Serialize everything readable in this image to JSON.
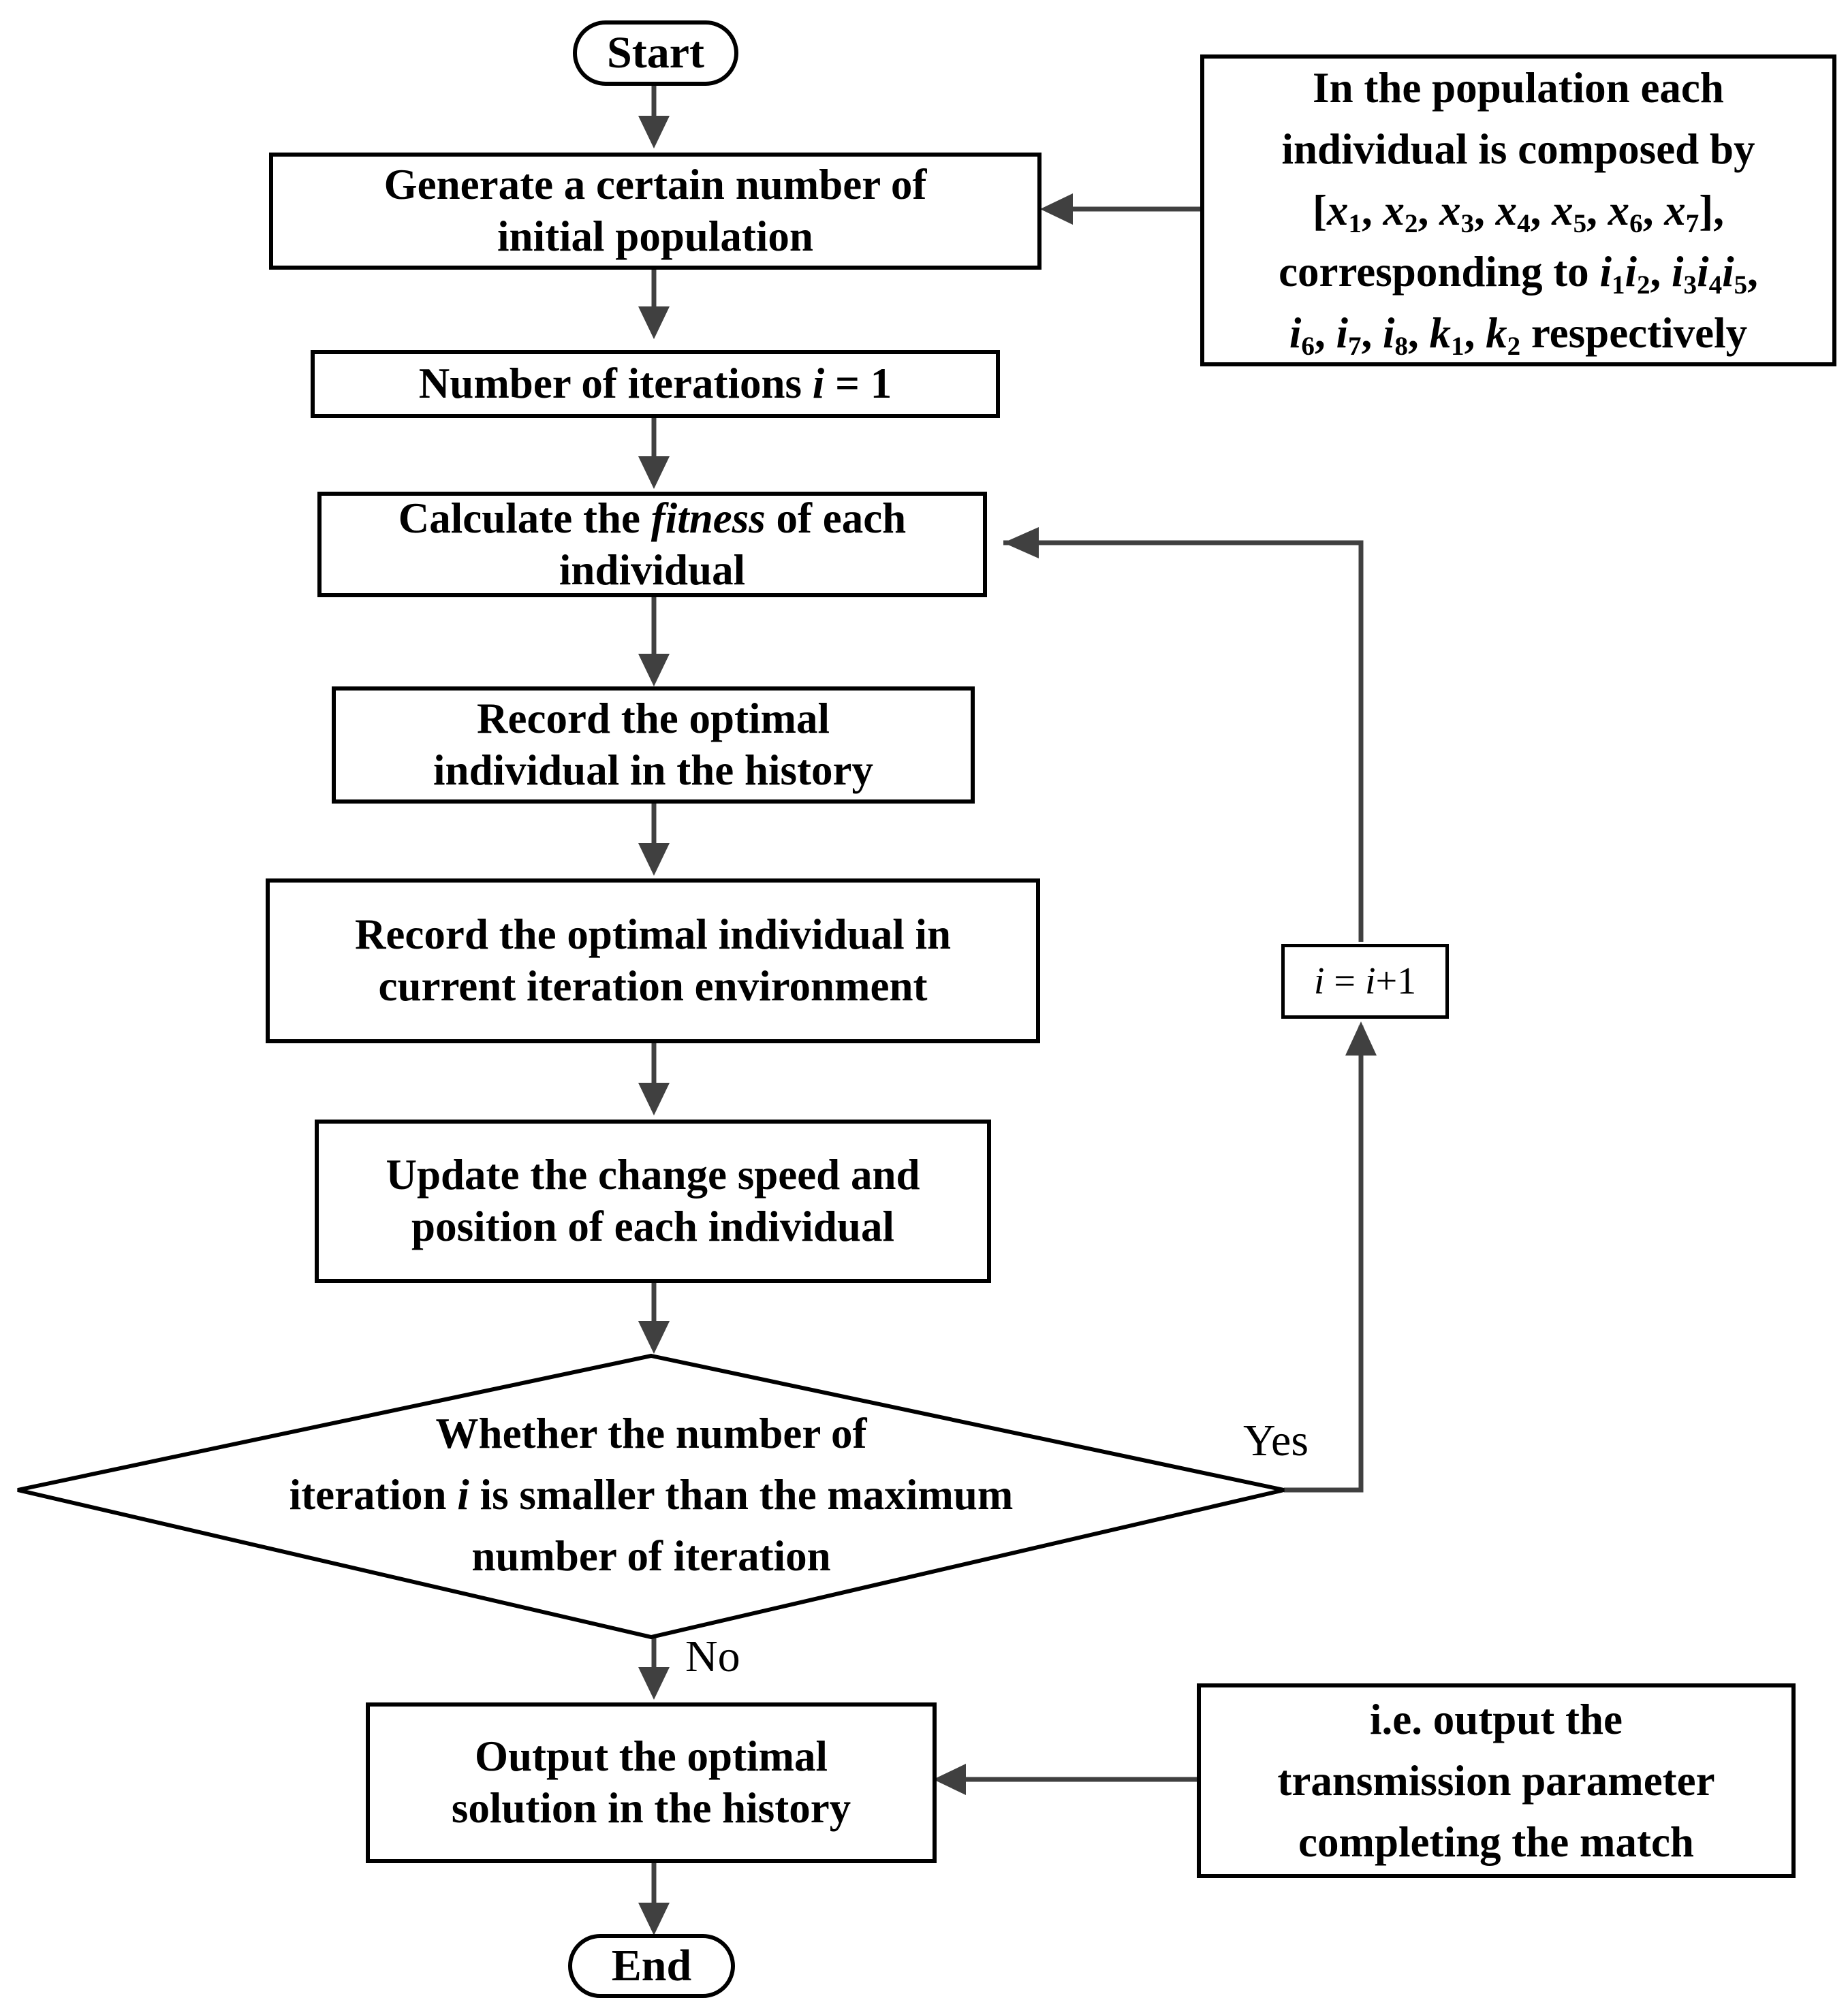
{
  "start_label": "Start",
  "end_label": "End",
  "steps": {
    "generate": [
      "Generate a certain number of",
      "initial population"
    ],
    "iteration_init": "Number of iterations i = 1",
    "fitness": [
      "Calculate the fitness of each",
      "individual"
    ],
    "record_history": [
      "Record the optimal",
      "individual in the history"
    ],
    "record_current": [
      "Record the optimal individual in",
      "current iteration environment"
    ],
    "update": [
      "Update the change speed and",
      "position of each individual"
    ],
    "output": [
      "Output the optimal",
      "solution in the history"
    ]
  },
  "decision": [
    "Whether the number of",
    "iteration i is smaller than the maximum",
    "number of iteration"
  ],
  "yes_label": "Yes",
  "no_label": "No",
  "increment_label": "i = i+1",
  "population_note": [
    "In the population each",
    "individual is composed by",
    "[x1, x2, x3, x4, x5, x6, x7],",
    "corresponding to i1i2, i3i4i5,",
    "i6, i7, i8, k1, k2 respectively"
  ],
  "output_note": [
    "i.e. output the",
    "transmission parameter",
    "completing the match"
  ]
}
